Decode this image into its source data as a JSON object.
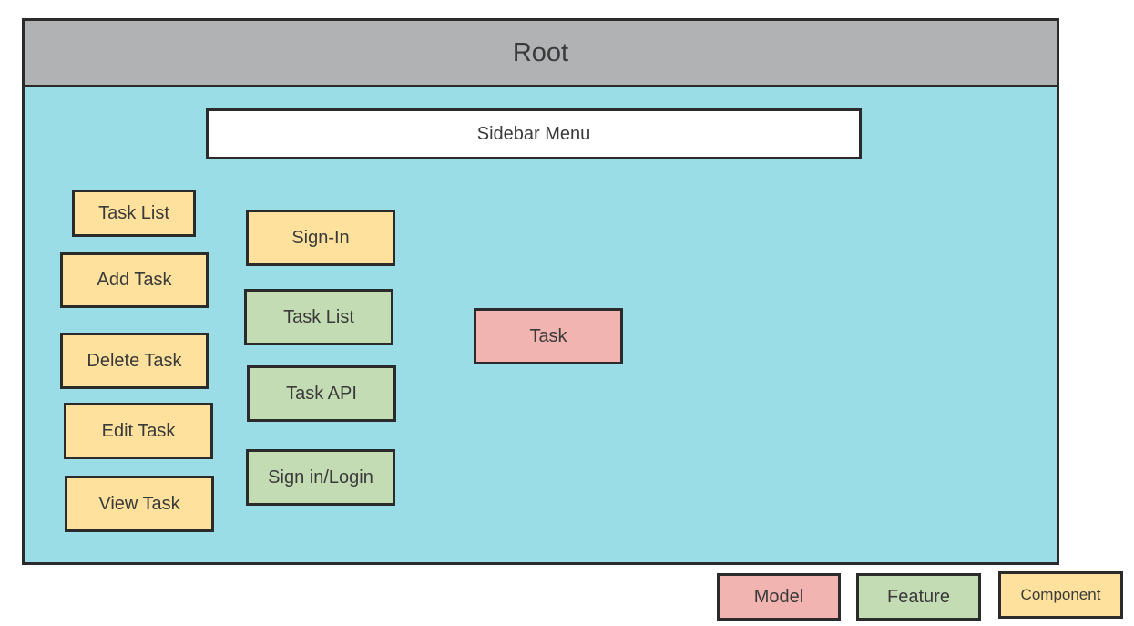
{
  "root": {
    "title": "Root"
  },
  "sidebar_menu": {
    "label": "Sidebar Menu"
  },
  "components": [
    "Task List",
    "Add Task",
    "Delete Task",
    "Edit Task",
    "View Task",
    "Sign-In"
  ],
  "features": [
    "Task List",
    "Task API",
    "Sign in/Login"
  ],
  "models": [
    "Task"
  ],
  "legend": {
    "model": "Model",
    "feature": "Feature",
    "component": "Component"
  },
  "colors": {
    "root_header": "#b1b2b3",
    "root_body": "#9bdde6",
    "component": "#fde19c",
    "feature": "#c4dcb4",
    "model": "#f1b4b0",
    "border": "#2b2b2b"
  }
}
